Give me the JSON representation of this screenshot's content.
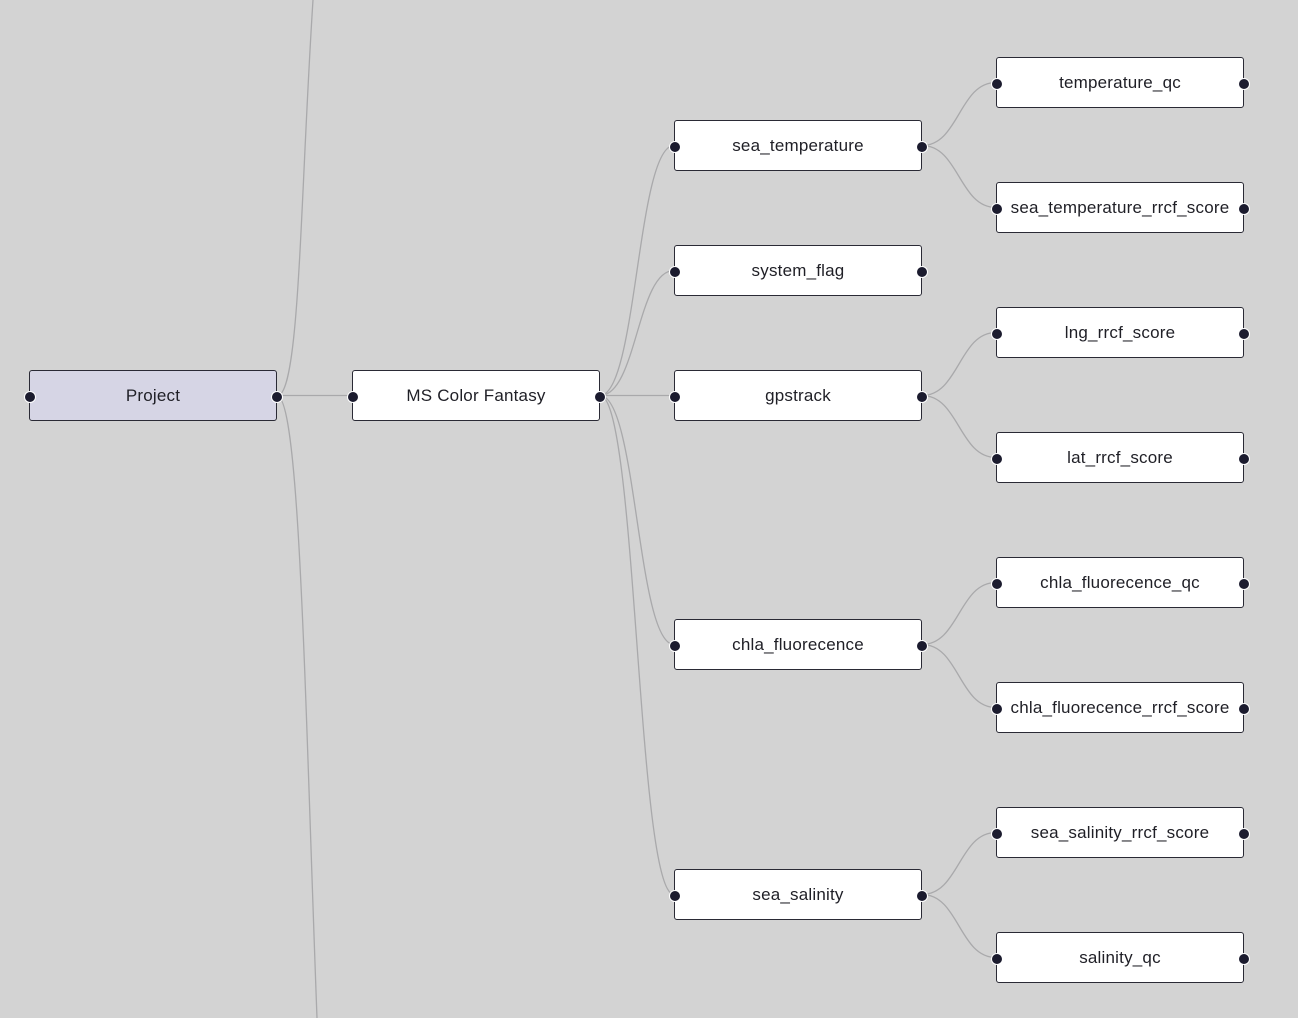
{
  "diagram": {
    "type": "tree",
    "colors": {
      "background": "#d3d3d3",
      "root_fill": "#d6d5e5",
      "node_fill": "#ffffff",
      "node_border": "#2a2a35",
      "handle": "#1b1b2e",
      "edge": "#a9a9ab"
    },
    "nodes": [
      {
        "id": "project",
        "label": "Project",
        "parent": null,
        "root": true
      },
      {
        "id": "ms-color-fantasy",
        "label": "MS Color Fantasy",
        "parent": "project"
      },
      {
        "id": "sea-temperature",
        "label": "sea_temperature",
        "parent": "ms-color-fantasy"
      },
      {
        "id": "system-flag",
        "label": "system_flag",
        "parent": "ms-color-fantasy"
      },
      {
        "id": "gpstrack",
        "label": "gpstrack",
        "parent": "ms-color-fantasy"
      },
      {
        "id": "chla-fluorecence",
        "label": "chla_fluorecence",
        "parent": "ms-color-fantasy"
      },
      {
        "id": "sea-salinity",
        "label": "sea_salinity",
        "parent": "ms-color-fantasy"
      },
      {
        "id": "temperature-qc",
        "label": "temperature_qc",
        "parent": "sea-temperature"
      },
      {
        "id": "sea-temperature-rrcf-score",
        "label": "sea_temperature_rrcf_score",
        "parent": "sea-temperature"
      },
      {
        "id": "lng-rrcf-score",
        "label": "lng_rrcf_score",
        "parent": "gpstrack"
      },
      {
        "id": "lat-rrcf-score",
        "label": "lat_rrcf_score",
        "parent": "gpstrack"
      },
      {
        "id": "chla-fluorecence-qc",
        "label": "chla_fluorecence_qc",
        "parent": "chla-fluorecence"
      },
      {
        "id": "chla-fluorecence-rrcf-score",
        "label": "chla_fluorecence_rrcf_score",
        "parent": "chla-fluorecence"
      },
      {
        "id": "sea-salinity-rrcf-score",
        "label": "sea_salinity_rrcf_score",
        "parent": "sea-salinity"
      },
      {
        "id": "salinity-qc",
        "label": "salinity_qc",
        "parent": "sea-salinity"
      }
    ]
  }
}
